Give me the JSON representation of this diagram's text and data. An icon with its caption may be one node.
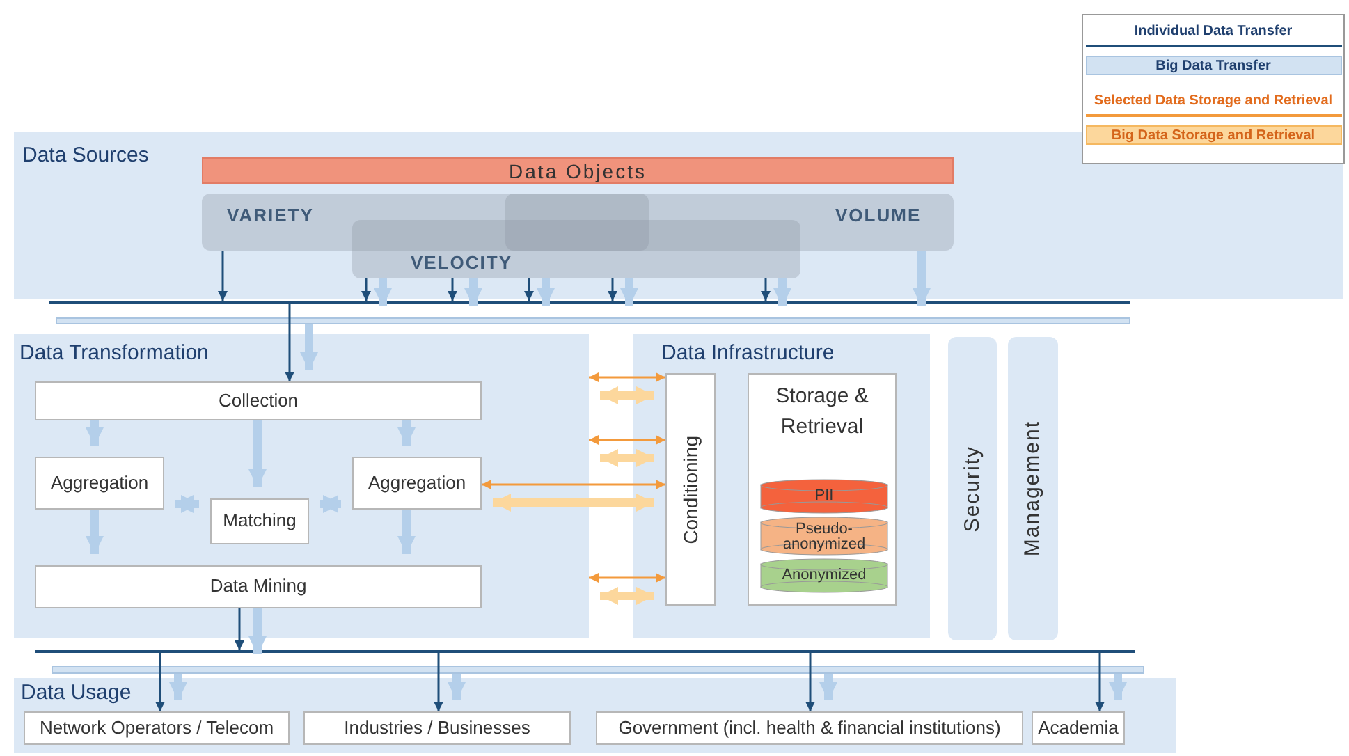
{
  "diagram": {
    "nodes": [
      {
        "text": [
          "Data Sources"
        ]
      },
      {
        "text": [
          "Data Objects"
        ],
        "in": 0
      },
      {
        "text": [
          "VARIETY"
        ],
        "in": 0
      },
      {
        "text": [
          "VOLUME"
        ],
        "in": 0
      },
      {
        "text": [
          "VELOCITY"
        ],
        "in": 0
      },
      {
        "text": [
          "Data Transformation"
        ]
      },
      {
        "text": [
          "Collection"
        ],
        "in": 5
      },
      {
        "text": [
          "Aggregation"
        ],
        "in": 5
      },
      {
        "text": [
          "Matching"
        ],
        "in": 5
      },
      {
        "text": [
          "Aggregation"
        ],
        "in": 5
      },
      {
        "text": [
          "Data Mining"
        ],
        "in": 5
      },
      {
        "text": [
          "Data Infrastructure"
        ]
      },
      {
        "text": [
          "Conditioning"
        ],
        "in": 11
      },
      {
        "text": [
          "Storage & Retrieval"
        ],
        "in": 11
      },
      {
        "text": [
          "PII"
        ],
        "in": 13
      },
      {
        "text": [
          "Pseudo-anonymized"
        ],
        "in": 13
      },
      {
        "text": [
          "Anonymized"
        ],
        "in": 13
      },
      {
        "text": [
          "Security"
        ]
      },
      {
        "text": [
          "Management"
        ]
      },
      {
        "text": [
          "Data Usage"
        ]
      },
      {
        "text": [
          "Network Operators / Telecom"
        ],
        "in": 19
      },
      {
        "text": [
          "Industries / Businesses"
        ],
        "in": 19
      },
      {
        "text": [
          "Government (incl. health & financial institutions)"
        ],
        "in": 19
      },
      {
        "text": [
          "Academia"
        ],
        "in": 19
      },
      {
        "text": [],
        "shape": "bar"
      },
      {
        "text": [],
        "shape": "bar"
      },
      {
        "text": [],
        "shape": "bar"
      },
      {
        "text": [],
        "shape": "bar"
      }
    ],
    "edges": [
      {
        "from": 2,
        "to": 24,
        "arrow": "to",
        "color": "#1f4e79"
      },
      {
        "from": 4,
        "to": 24,
        "arrow": "to",
        "color": "#1f4e79"
      },
      {
        "from": 4,
        "to": 24,
        "arrow": "to",
        "color": "#1f4e79"
      },
      {
        "from": 4,
        "to": 24,
        "arrow": "to",
        "color": "#1f4e79"
      },
      {
        "from": 4,
        "to": 24,
        "arrow": "to",
        "color": "#1f4e79"
      },
      {
        "from": 4,
        "to": 24,
        "arrow": "to",
        "color": "#1f4e79"
      },
      {
        "from": 4,
        "to": 25,
        "arrow": "to"
      },
      {
        "from": 4,
        "to": 25,
        "arrow": "to"
      },
      {
        "from": 4,
        "to": 25,
        "arrow": "to"
      },
      {
        "from": 4,
        "to": 25,
        "arrow": "to"
      },
      {
        "from": 4,
        "to": 25,
        "arrow": "to"
      },
      {
        "from": 3,
        "to": 25,
        "arrow": "to"
      },
      {
        "from": 24,
        "to": 6,
        "arrow": "to",
        "color": "#1f4e79"
      },
      {
        "from": 25,
        "to": 6,
        "arrow": "to"
      },
      {
        "from": 6,
        "to": 7,
        "arrow": "to"
      },
      {
        "from": 6,
        "to": 8,
        "arrow": "to"
      },
      {
        "from": 6,
        "to": 9,
        "arrow": "to"
      },
      {
        "from": 7,
        "to": 8,
        "arrow": "both"
      },
      {
        "from": 8,
        "to": 9,
        "arrow": "both"
      },
      {
        "from": 7,
        "to": 10,
        "arrow": "to"
      },
      {
        "from": 9,
        "to": 10,
        "arrow": "to"
      },
      {
        "from": 10,
        "to": 26,
        "arrow": "to",
        "color": "#1f4e79"
      },
      {
        "from": 10,
        "to": 27,
        "arrow": "to"
      },
      {
        "from": 26,
        "to": 20,
        "arrow": "to",
        "color": "#1f4e79"
      },
      {
        "from": 26,
        "to": 21,
        "arrow": "to",
        "color": "#1f4e79"
      },
      {
        "from": 26,
        "to": 22,
        "arrow": "to",
        "color": "#1f4e79"
      },
      {
        "from": 26,
        "to": 23,
        "arrow": "to",
        "color": "#1f4e79"
      },
      {
        "from": 27,
        "to": 20,
        "arrow": "to"
      },
      {
        "from": 27,
        "to": 21,
        "arrow": "to"
      },
      {
        "from": 27,
        "to": 22,
        "arrow": "to"
      },
      {
        "from": 27,
        "to": 23,
        "arrow": "to"
      },
      {
        "from": 5,
        "to": 12,
        "arrow": "both",
        "color": "#f39a3c"
      },
      {
        "from": 5,
        "to": 12,
        "arrow": "both",
        "color": "#fcd79c"
      },
      {
        "from": 5,
        "to": 12,
        "arrow": "both",
        "color": "#f39a3c"
      },
      {
        "from": 5,
        "to": 12,
        "arrow": "both",
        "color": "#fcd79c"
      },
      {
        "from": 9,
        "to": 12,
        "arrow": "both",
        "color": "#f39a3c"
      },
      {
        "from": 9,
        "to": 12,
        "arrow": "both",
        "color": "#fcd79c"
      },
      {
        "from": 5,
        "to": 12,
        "arrow": "both",
        "color": "#f39a3c"
      },
      {
        "from": 5,
        "to": 12,
        "arrow": "both",
        "color": "#fcd79c"
      }
    ],
    "legend": [
      {
        "text": "Individual Data Transfer"
      },
      {
        "text": "Big Data Transfer"
      },
      {
        "text": "Selected Data Storage and Retrieval"
      },
      {
        "text": "Big Data Storage and Retrieval"
      }
    ]
  }
}
